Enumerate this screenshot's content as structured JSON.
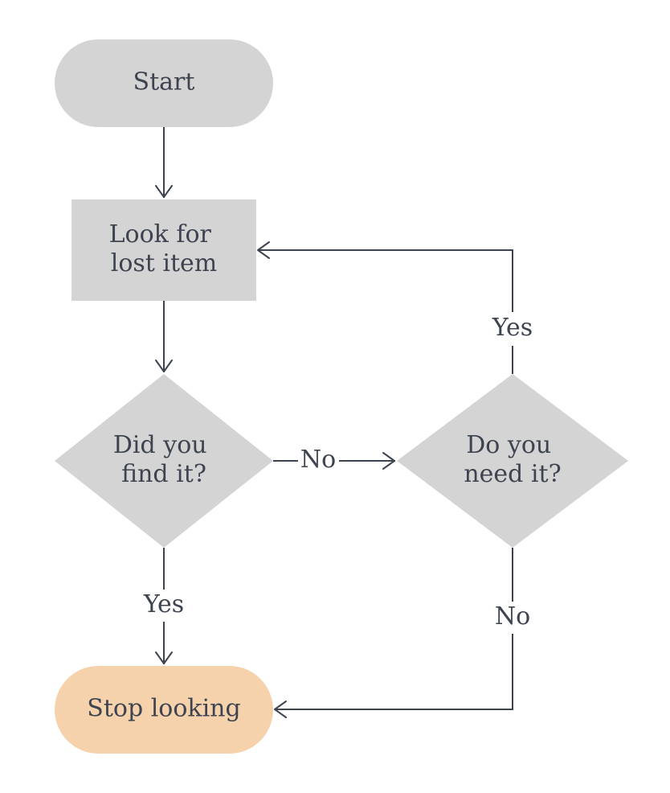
{
  "colors": {
    "node_fill": "#d4d4d4",
    "terminal_end_fill": "#f5d2ab",
    "line": "#3d4450",
    "text": "#3d4450",
    "background": "#ffffff"
  },
  "nodes": {
    "start": {
      "shape": "terminal",
      "lines": [
        "Start"
      ]
    },
    "look": {
      "shape": "process",
      "lines": [
        "Look for",
        "lost item"
      ]
    },
    "found": {
      "shape": "decision",
      "lines": [
        "Did you",
        "find it?"
      ]
    },
    "need": {
      "shape": "decision",
      "lines": [
        "Do you",
        "need it?"
      ]
    },
    "stop": {
      "shape": "terminal",
      "lines": [
        "Stop looking"
      ]
    }
  },
  "edges": {
    "start_to_look": {
      "from": "start",
      "to": "look",
      "label": ""
    },
    "look_to_found": {
      "from": "look",
      "to": "found",
      "label": ""
    },
    "found_to_need": {
      "from": "found",
      "to": "need",
      "label": "No"
    },
    "found_to_stop": {
      "from": "found",
      "to": "stop",
      "label": "Yes"
    },
    "need_to_look": {
      "from": "need",
      "to": "look",
      "label": "Yes"
    },
    "need_to_stop": {
      "from": "need",
      "to": "stop",
      "label": "No"
    }
  }
}
